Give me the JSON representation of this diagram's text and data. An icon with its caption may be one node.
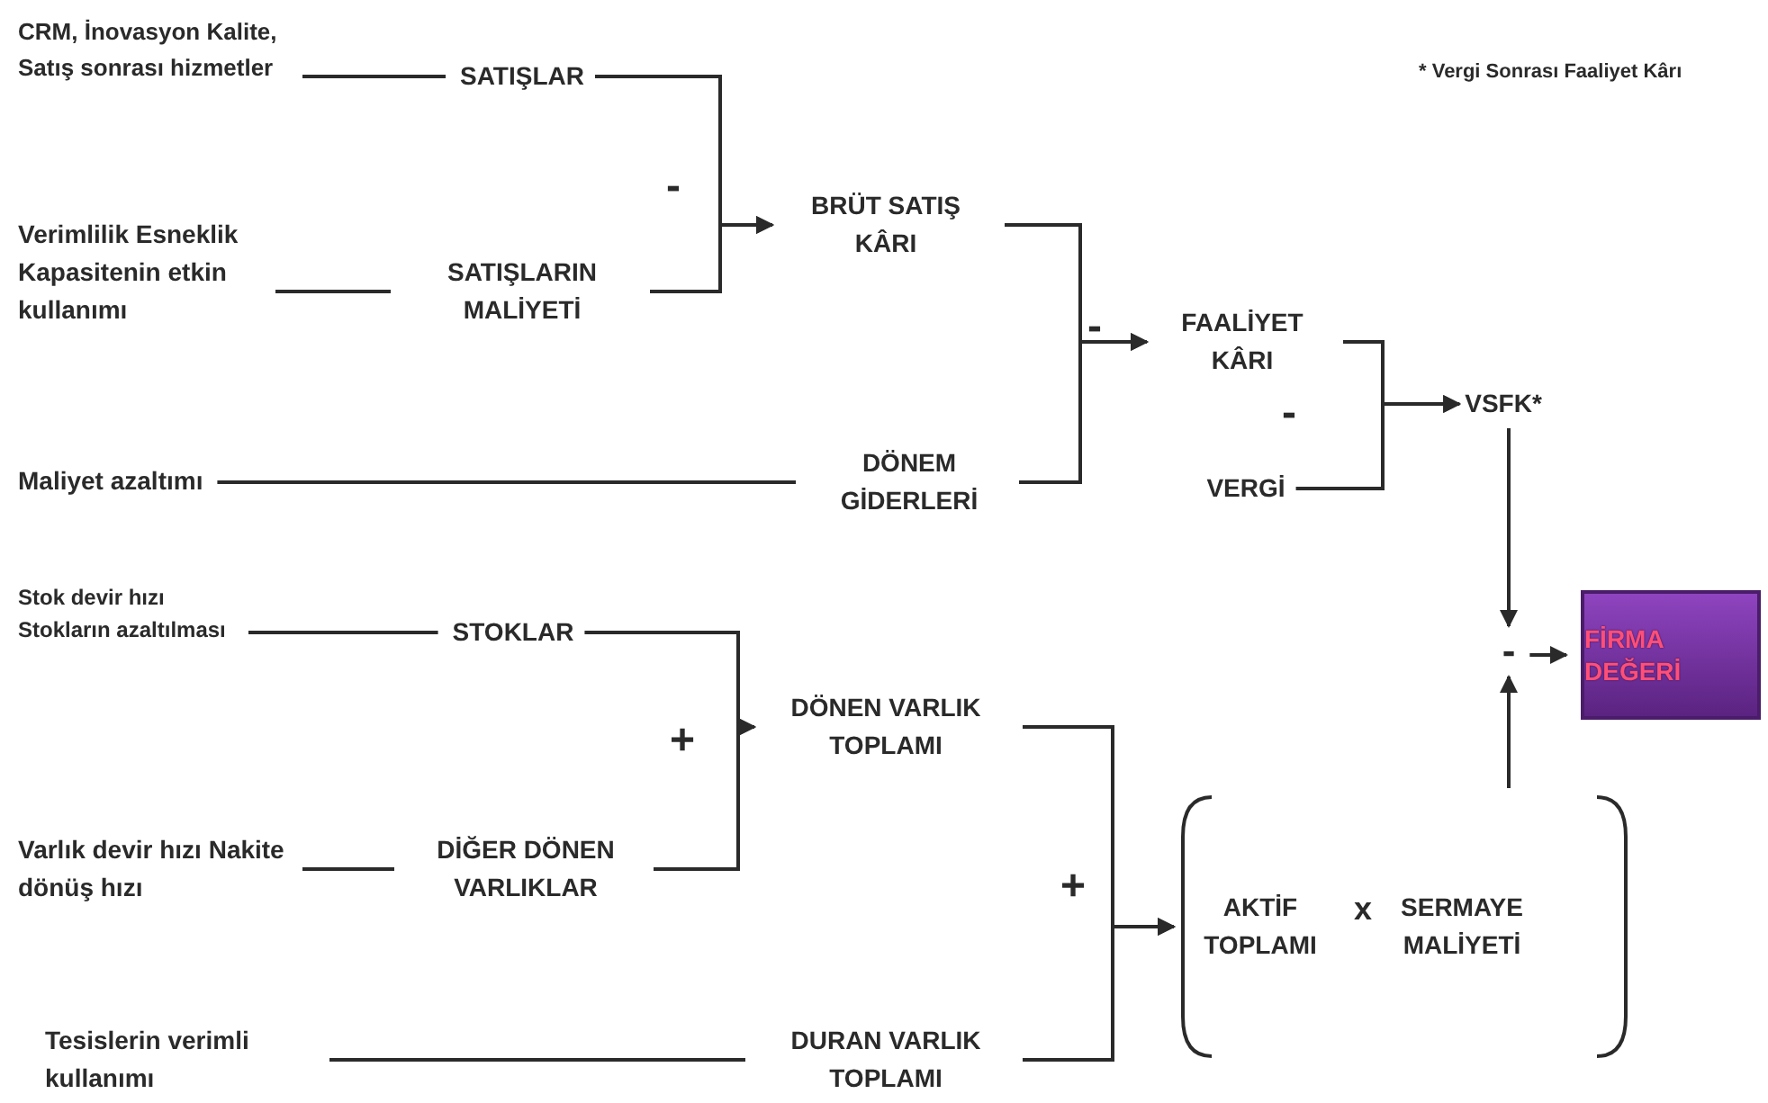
{
  "diagram": {
    "nodes": [
      {
        "text": [
          "CRM, İnovasyon Kalite, Satış sonrası hizmetler"
        ]
      },
      {
        "text": [
          "SATIŞLAR"
        ]
      },
      {
        "text": [
          "Verimlilik Esneklik Kapasitenin etkin kullanımı"
        ]
      },
      {
        "text": [
          "SATIŞLARIN MALİYETİ"
        ]
      },
      {
        "text": [
          "BRÜT SATIŞ KÂRI"
        ]
      },
      {
        "text": [
          "Maliyet azaltımı"
        ]
      },
      {
        "text": [
          "DÖNEM GİDERLERİ"
        ]
      },
      {
        "text": [
          "FAALİYET KÂRI"
        ]
      },
      {
        "text": [
          "VERGİ"
        ]
      },
      {
        "text": [
          "VSFK*"
        ]
      },
      {
        "text": [
          "Stok devir hızı Stokların azaltılması"
        ]
      },
      {
        "text": [
          "STOKLAR"
        ]
      },
      {
        "text": [
          "Varlık devir hızı Nakite dönüş hızı"
        ]
      },
      {
        "text": [
          "DİĞER DÖNEN VARLIKLAR"
        ]
      },
      {
        "text": [
          "DÖNEN VARLIK TOPLAMI"
        ]
      },
      {
        "text": [
          "Tesislerin verimli kullanımı"
        ]
      },
      {
        "text": [
          "DURAN VARLIK TOPLAMI"
        ]
      },
      {
        "text": [],
        "shape": "parentheses"
      },
      {
        "text": [
          "AKTİF TOPLAMI"
        ],
        "in": 17
      },
      {
        "text": [
          "SERMAYE MALİYETİ"
        ],
        "in": 17
      },
      {
        "text": [
          "-"
        ]
      },
      {
        "text": [
          "FİRMA DEĞERİ"
        ]
      }
    ],
    "edges": [
      {
        "from": 0,
        "to": 1,
        "arrow": "none"
      },
      {
        "from": 2,
        "to": 3,
        "arrow": "none"
      },
      {
        "from": 1,
        "to": 4,
        "arrow": "to"
      },
      {
        "from": 3,
        "to": 4,
        "arrow": "to"
      },
      {
        "from": 5,
        "to": 6,
        "arrow": "none"
      },
      {
        "from": 4,
        "to": 7,
        "arrow": "to"
      },
      {
        "from": 6,
        "to": 7,
        "arrow": "to"
      },
      {
        "from": 7,
        "to": 9,
        "arrow": "to"
      },
      {
        "from": 8,
        "to": 9,
        "arrow": "to"
      },
      {
        "from": 10,
        "to": 11,
        "arrow": "none"
      },
      {
        "from": 12,
        "to": 13,
        "arrow": "none"
      },
      {
        "from": 11,
        "to": 14,
        "arrow": "to"
      },
      {
        "from": 13,
        "to": 14,
        "arrow": "to"
      },
      {
        "from": 15,
        "to": 16,
        "arrow": "none"
      },
      {
        "from": 14,
        "to": 17,
        "arrow": "to"
      },
      {
        "from": 16,
        "to": 17,
        "arrow": "to"
      },
      {
        "from": 9,
        "to": 20,
        "arrow": "to"
      },
      {
        "from": 17,
        "to": 20,
        "arrow": "to"
      },
      {
        "from": 20,
        "to": 21,
        "arrow": "to"
      }
    ],
    "labels": [
      "* Vergi Sonrası Faaliyet Kârı",
      "-",
      "-",
      "-",
      "+",
      "+",
      "x"
    ]
  }
}
